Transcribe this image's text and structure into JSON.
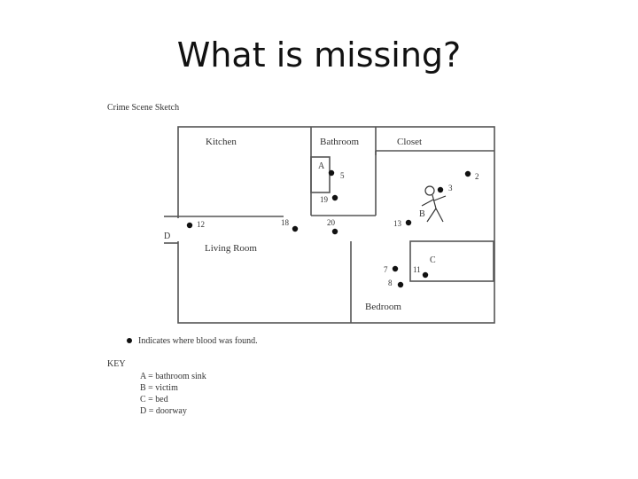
{
  "slide": {
    "title": "What is missing?"
  },
  "sketch": {
    "title": "Crime Scene Sketch",
    "rooms": {
      "kitchen": "Kitchen",
      "bathroom": "Bathroom",
      "closet": "Closet",
      "living_room": "Living Room",
      "bedroom": "Bedroom"
    },
    "markers": {
      "a": "A",
      "b": "B",
      "c": "C",
      "d": "D"
    },
    "blood_spots": [
      {
        "id": "5",
        "number": "5"
      },
      {
        "id": "19",
        "number": "19"
      },
      {
        "id": "2",
        "number": "2"
      },
      {
        "id": "3",
        "number": "3"
      },
      {
        "id": "12",
        "number": "12"
      },
      {
        "id": "18",
        "number": "18"
      },
      {
        "id": "20",
        "number": "20"
      },
      {
        "id": "13",
        "number": "13"
      },
      {
        "id": "7",
        "number": "7"
      },
      {
        "id": "11",
        "number": "11"
      },
      {
        "id": "8",
        "number": "8"
      }
    ],
    "legend": "Indicates where blood was found.",
    "key": {
      "title": "KEY",
      "entries": [
        "A = bathroom sink",
        "B =  victim",
        "C = bed",
        "D = doorway"
      ]
    }
  }
}
